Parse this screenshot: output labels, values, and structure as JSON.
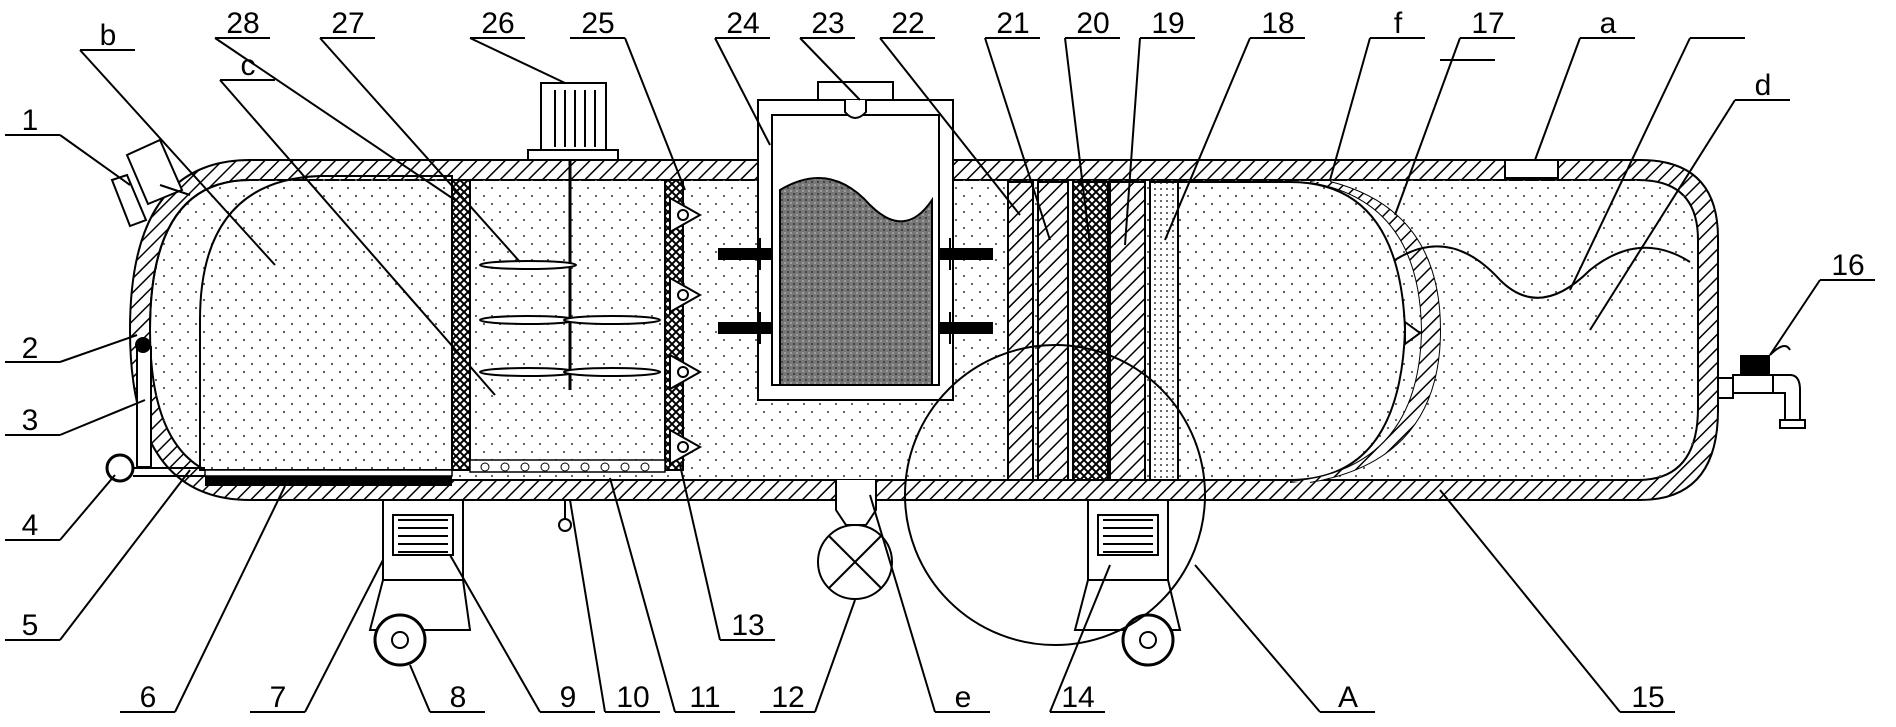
{
  "diagram": {
    "colors": {
      "line": "#000000",
      "background": "#ffffff",
      "hatch": "#000000",
      "dense_fill": "#6e6e6e"
    },
    "labels": {
      "1": "1",
      "2": "2",
      "3": "3",
      "4": "4",
      "5": "5",
      "6": "6",
      "7": "7",
      "8": "8",
      "9": "9",
      "10": "10",
      "11": "11",
      "12": "12",
      "13": "13",
      "14": "14",
      "15": "15",
      "16": "16",
      "17": "17",
      "18": "18",
      "19": "19",
      "20": "20",
      "21": "21",
      "22": "22",
      "23": "23",
      "24": "24",
      "25": "25",
      "26": "26",
      "27": "27",
      "28": "28",
      "a": "a",
      "b": "b",
      "c": "c",
      "d": "d",
      "e": "e",
      "f": "f",
      "A": "A"
    }
  }
}
